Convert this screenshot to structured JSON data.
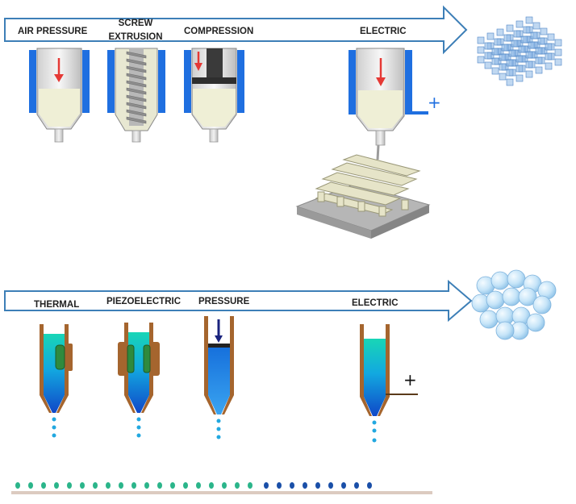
{
  "extrusion_row": {
    "labels": {
      "air_pressure": "AIR PRESSURE",
      "screw_line1": "SCREW",
      "screw_line2": "EXTRUSION",
      "compression": "COMPRESSION",
      "electric": "ELECTRIC"
    },
    "voltage_sign": "+",
    "icons": [
      "lattice-scaffold-icon",
      "printed-serpentine-structure-icon"
    ]
  },
  "droplet_row": {
    "labels": {
      "thermal": "THERMAL",
      "piezoelectric": "PIEZOELECTRIC",
      "pressure": "PRESSURE",
      "electric": "ELECTRIC"
    },
    "voltage_sign": "+",
    "icons": [
      "sphere-cluster-icon"
    ]
  },
  "bottom_strip": {
    "dot_colors": [
      "#2bb58a",
      "#2bb58a",
      "#2bb58a",
      "#2bb58a",
      "#2bb58a",
      "#2bb58a",
      "#2bb58a",
      "#2bb58a",
      "#2bb58a",
      "#2bb58a",
      "#2bb58a",
      "#2bb58a",
      "#2bb58a",
      "#2bb58a",
      "#2bb58a",
      "#2bb58a",
      "#2bb58a",
      "#2bb58a",
      "#2bb58a",
      "#1a4fa8",
      "#1a4fa8",
      "#1a4fa8",
      "#1a4fa8",
      "#1a4fa8",
      "#1a4fa8",
      "#1a4fa8",
      "#1a4fa8",
      "#1a4fa8"
    ]
  },
  "colors": {
    "arrow_fill": "#ffffff",
    "arrow_stroke": "#3d7fb7",
    "sleeve_blue": "#1f6fe0",
    "material_cream": "#efefd6",
    "brown_wall": "#a5652e",
    "ink_teal": "#19d3b8",
    "ink_blue": "#1565d8",
    "red_arrow": "#e53935"
  }
}
